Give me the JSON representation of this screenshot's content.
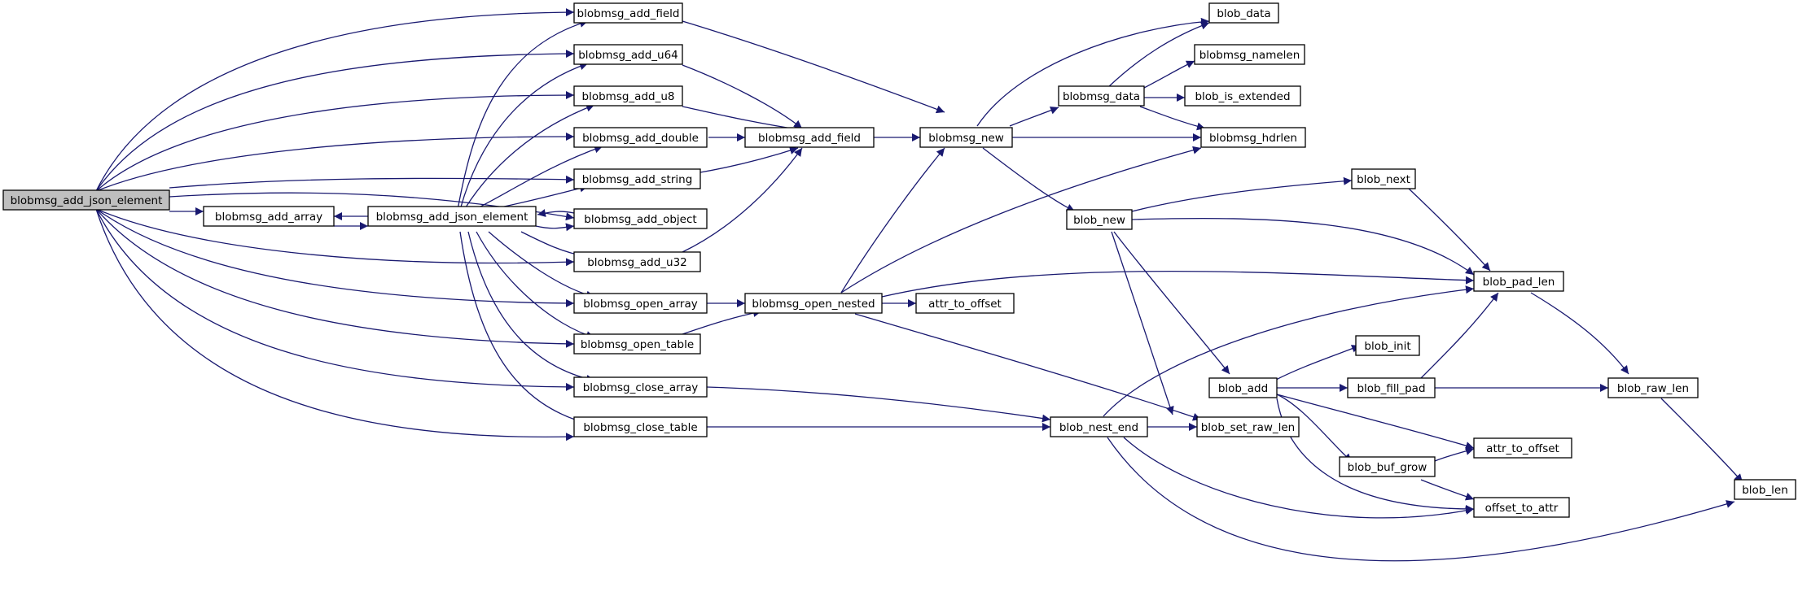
{
  "graph": {
    "edge_color": "#191970",
    "root_fill": "#bfbfbf",
    "node_fill": "#ffffff",
    "nodes": [
      {
        "id": "root",
        "label": "blobmsg_add_json_element",
        "root": true
      },
      {
        "id": "add_array",
        "label": "blobmsg_add_array"
      },
      {
        "id": "add_json",
        "label": "blobmsg_add_json_element"
      },
      {
        "id": "add_field",
        "label": "blobmsg_add_field"
      },
      {
        "id": "add_u64",
        "label": "blobmsg_add_u64"
      },
      {
        "id": "add_u8",
        "label": "blobmsg_add_u8"
      },
      {
        "id": "add_double",
        "label": "blobmsg_add_double"
      },
      {
        "id": "add_string",
        "label": "blobmsg_add_string"
      },
      {
        "id": "add_object",
        "label": "blobmsg_add_object"
      },
      {
        "id": "add_u32",
        "label": "blobmsg_add_u32"
      },
      {
        "id": "open_array",
        "label": "blobmsg_open_array"
      },
      {
        "id": "open_table",
        "label": "blobmsg_open_table"
      },
      {
        "id": "close_array",
        "label": "blobmsg_close_array"
      },
      {
        "id": "close_table",
        "label": "blobmsg_close_table"
      },
      {
        "id": "add_field2",
        "label": "blobmsg_add_field"
      },
      {
        "id": "open_nested",
        "label": "blobmsg_open_nested"
      },
      {
        "id": "bm_new",
        "label": "blobmsg_new"
      },
      {
        "id": "attr_to_offset1",
        "label": "attr_to_offset"
      },
      {
        "id": "blob_nest_end",
        "label": "blob_nest_end"
      },
      {
        "id": "bm_data",
        "label": "blobmsg_data"
      },
      {
        "id": "blob_new",
        "label": "blob_new"
      },
      {
        "id": "blob_data",
        "label": "blob_data"
      },
      {
        "id": "bm_namelen",
        "label": "blobmsg_namelen"
      },
      {
        "id": "blob_is_extended",
        "label": "blob_is_extended"
      },
      {
        "id": "bm_hdrlen",
        "label": "blobmsg_hdrlen"
      },
      {
        "id": "blob_next",
        "label": "blob_next"
      },
      {
        "id": "blob_add",
        "label": "blob_add"
      },
      {
        "id": "blob_set_raw_len",
        "label": "blob_set_raw_len"
      },
      {
        "id": "blob_buf_grow",
        "label": "blob_buf_grow"
      },
      {
        "id": "blob_init",
        "label": "blob_init"
      },
      {
        "id": "blob_fill_pad",
        "label": "blob_fill_pad"
      },
      {
        "id": "blob_pad_len",
        "label": "blob_pad_len"
      },
      {
        "id": "attr_to_offset2",
        "label": "attr_to_offset"
      },
      {
        "id": "offset_to_attr",
        "label": "offset_to_attr"
      },
      {
        "id": "blob_raw_len",
        "label": "blob_raw_len"
      },
      {
        "id": "blob_len",
        "label": "blob_len"
      }
    ]
  }
}
